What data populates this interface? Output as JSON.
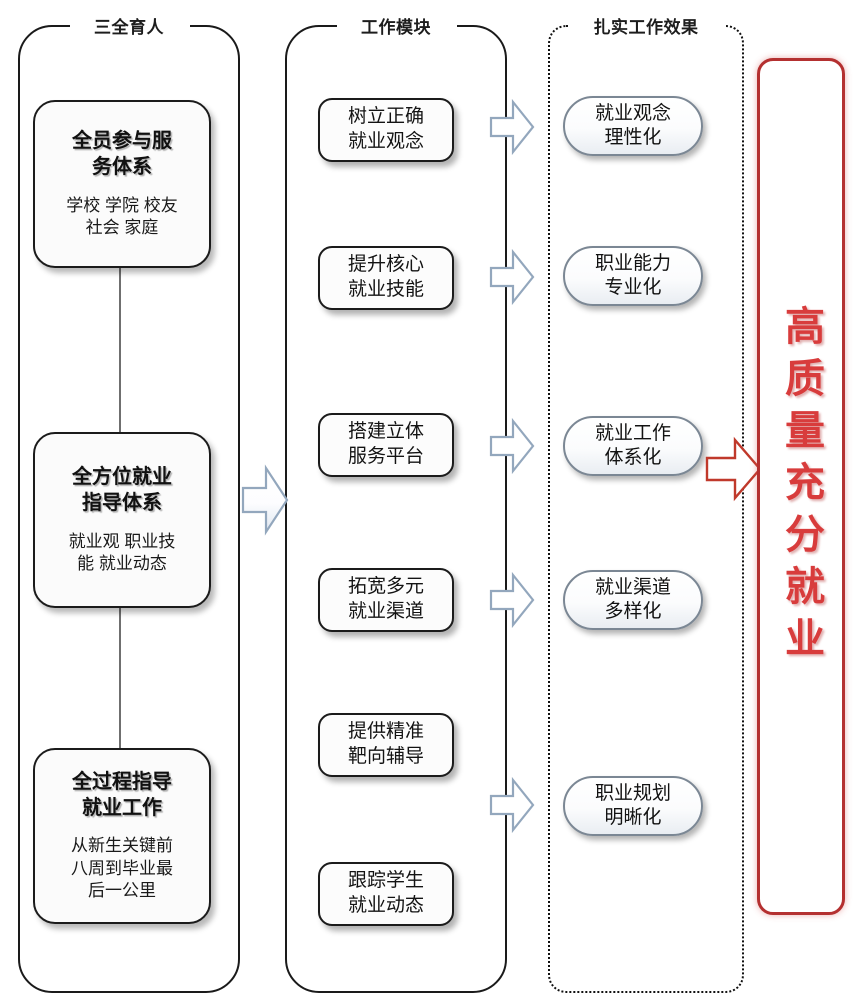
{
  "diagram": {
    "title_vertical_outcome": "高质量充分就业",
    "columns": [
      {
        "id": "col-1",
        "header": "三全育人",
        "cards": [
          {
            "title": "全员参与服\n务体系",
            "sub": "学校 学院 校友\n社会 家庭"
          },
          {
            "title": "全方位就业\n指导体系",
            "sub": "就业观 职业技\n能 就业动态"
          },
          {
            "title": "全过程指导\n就业工作",
            "sub": "从新生关键前\n八周到毕业最\n后一公里"
          }
        ]
      },
      {
        "id": "col-2",
        "header": "工作模块",
        "modules": [
          {
            "label": "树立正确\n就业观念"
          },
          {
            "label": "提升核心\n就业技能"
          },
          {
            "label": "搭建立体\n服务平台"
          },
          {
            "label": "拓宽多元\n就业渠道"
          },
          {
            "label": "提供精准\n靶向辅导"
          },
          {
            "label": "跟踪学生\n就业动态"
          }
        ]
      },
      {
        "id": "col-3",
        "header": "扎实工作效果",
        "effects": [
          {
            "label": "就业观念\n理性化"
          },
          {
            "label": "职业能力\n专业化"
          },
          {
            "label": "就业工作\n体系化"
          },
          {
            "label": "就业渠道\n多样化"
          },
          {
            "label": "职业规划\n明晰化"
          }
        ]
      }
    ],
    "arrows": [
      {
        "name": "arrow-col1-to-col2",
        "color": "#93a7bd"
      },
      {
        "name": "arrow-module-1-to-effect-1",
        "color": "#93a7bd"
      },
      {
        "name": "arrow-module-2-to-effect-2",
        "color": "#93a7bd"
      },
      {
        "name": "arrow-module-3-to-effect-3",
        "color": "#93a7bd"
      },
      {
        "name": "arrow-module-4-to-effect-4",
        "color": "#93a7bd"
      },
      {
        "name": "arrow-module-5-to-effect-5",
        "color": "#93a7bd"
      },
      {
        "name": "arrow-effects-to-outcome",
        "color": "#c0392b"
      }
    ],
    "colors": {
      "frame_stroke": "#1a1a1a",
      "dotted_frame_stroke": "#111111",
      "card_fill": "#fbfbfb",
      "pill_stroke": "#7b8794",
      "outcome_stroke": "#b43030",
      "outcome_text": "#d83c3c",
      "connector": "#6f6f6f",
      "arrow_blue": "#93a7bd"
    }
  }
}
